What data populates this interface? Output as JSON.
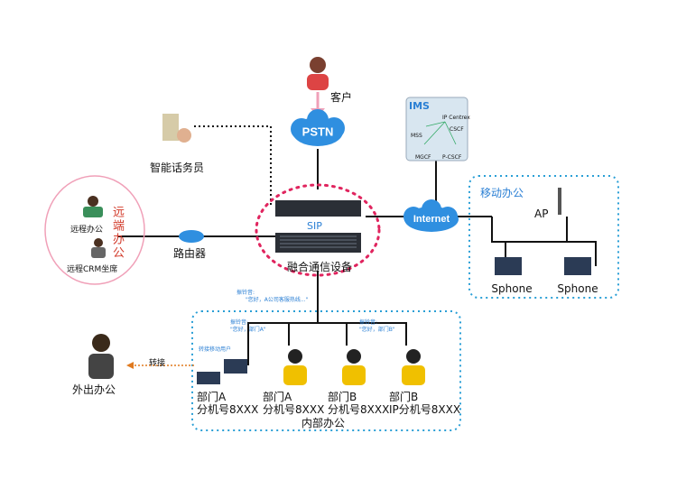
{
  "labels": {
    "customer": "客户",
    "pstn": "PSTN",
    "agent": "智能话务员",
    "ims": "IMS",
    "ims_nodes": {
      "centrex": "IP Centrex",
      "mss": "MSS",
      "cscf": "CSCF",
      "mgcf": "MGCF",
      "pcscf": "P-CSCF"
    },
    "internet": "Internet",
    "mobile_office": "移动办公",
    "ap": "AP",
    "sphone1": "Sphone",
    "sphone2": "Sphone",
    "sip": "SIP",
    "device": "融合通信设备",
    "router": "路由器",
    "remote_vertical": "远端办公",
    "remote_office": "远程办公",
    "remote_crm": "远程CRM坐席",
    "outside_office": "外出办公",
    "transfer": "转接",
    "transfer_note": "转接移动用户",
    "inner_office": "内部办公",
    "screen_pop_title": "振铃音:",
    "screen_pop_msg": "\"您好，A公司客服热线...\"",
    "ring_a": "振铃音:",
    "ring_a_msg": "\"您好，部门A\"",
    "ring_b": "振铃音:",
    "ring_b_msg": "\"您好，部门B\"",
    "phones": [
      {
        "dept": "部门A",
        "ext": "分机号8XXX"
      },
      {
        "dept": "部门A",
        "ext": "分机号8XXX"
      },
      {
        "dept": "部门B",
        "ext": "分机号8XXX"
      },
      {
        "dept": "部门B",
        "ext": "IP分机号8XXX"
      }
    ]
  },
  "colors": {
    "cloud": "#2f8fe0",
    "dotted_blue": "#2a9fd6",
    "dotted_red": "#e0245e",
    "arrow": "#e07a1f",
    "pink": "#f0a0b8"
  }
}
